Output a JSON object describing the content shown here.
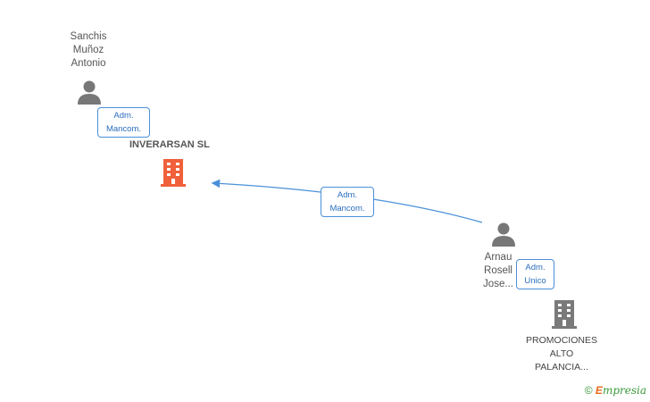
{
  "nodes": {
    "person_1": {
      "name_lines": [
        "Sanchis",
        "Muñoz",
        "Antonio"
      ],
      "role_lines": [
        "Adm.",
        "Mancom."
      ]
    },
    "company_main": {
      "name": "INVERARSAN SL",
      "color": "#f0603a"
    },
    "person_2": {
      "name_lines": [
        "Arnau",
        "Rosell",
        "Jose..."
      ],
      "role_lines": [
        "Adm.",
        "Unico"
      ]
    },
    "company_2": {
      "name_lines": [
        "PROMOCIONES",
        "ALTO",
        "PALANCIA..."
      ],
      "color": "#7a7a7a"
    }
  },
  "edges": {
    "edge_1": {
      "role_lines": [
        "Adm.",
        "Mancom."
      ],
      "color": "#4a90d9"
    }
  },
  "icons": {
    "person": "person-icon",
    "building": "building-icon"
  },
  "footer": {
    "copyright": "©",
    "brand_initial": "E",
    "brand_rest": "mpresia"
  }
}
